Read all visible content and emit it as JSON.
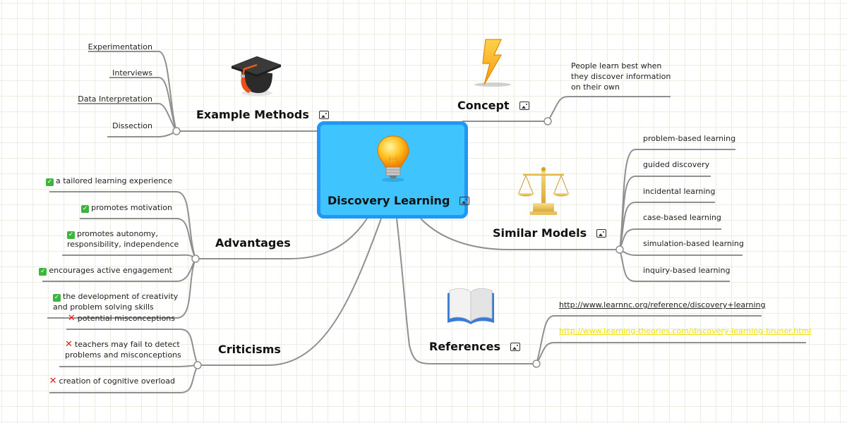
{
  "central": {
    "title": "Discovery Learning",
    "icon": "lightbulb-icon",
    "image_badge": "image-icon"
  },
  "colors": {
    "central_fill": "#3fc4fd",
    "central_border": "#2196f3",
    "connector": "#909090",
    "grid": "#e9f0e1",
    "check": "#3db53d",
    "cross": "#e81818",
    "link_yellow": "#f0e000"
  },
  "branches": {
    "example_methods": {
      "title": "Example Methods",
      "icon": "graduation-cap-icon",
      "items": [
        "Experimentation",
        "Interviews",
        "Data Interpretation",
        "Dissection"
      ]
    },
    "advantages": {
      "title": "Advantages",
      "items": [
        {
          "marker": "check",
          "lines": [
            "a tailored learning experience"
          ]
        },
        {
          "marker": "check",
          "lines": [
            "promotes motivation"
          ]
        },
        {
          "marker": "check",
          "lines": [
            "promotes autonomy,",
            "responsibility, independence"
          ]
        },
        {
          "marker": "check",
          "lines": [
            "encourages active engagement"
          ]
        },
        {
          "marker": "check",
          "lines": [
            "the development of creativity",
            "and problem solving skills"
          ]
        }
      ]
    },
    "criticisms": {
      "title": "Criticisms",
      "items": [
        {
          "marker": "cross",
          "lines": [
            "potential misconceptions"
          ]
        },
        {
          "marker": "cross",
          "lines": [
            "teachers may fail to detect",
            "problems and misconceptions"
          ]
        },
        {
          "marker": "cross",
          "lines": [
            "creation of cognitive overload"
          ]
        }
      ]
    },
    "concept": {
      "title": "Concept",
      "icon": "lightning-bolt-icon",
      "items": [
        {
          "lines": [
            "People learn best when",
            "they discover information",
            "on their own"
          ]
        }
      ]
    },
    "similar_models": {
      "title": "Similar Models",
      "icon": "scales-icon",
      "items": [
        "problem-based learning",
        "guided discovery",
        "incidental learning",
        "case-based learning",
        "simulation-based learning",
        "inquiry-based learning"
      ]
    },
    "references": {
      "title": "References",
      "icon": "book-icon",
      "items": [
        "http://www.learnnc.org/reference/discovery+learning",
        "http://www.learning-theories.com/discovery-learning-bruner.html"
      ]
    }
  }
}
